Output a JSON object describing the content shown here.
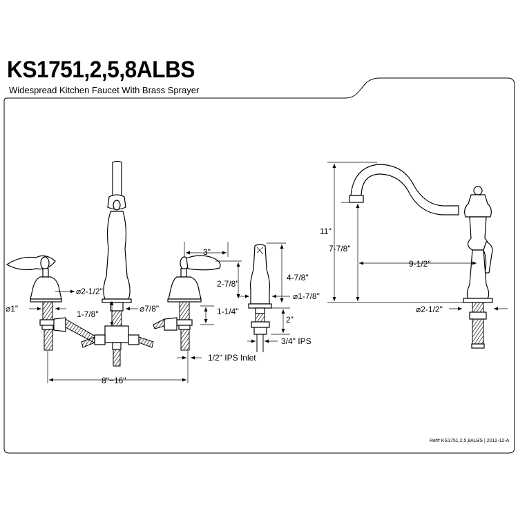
{
  "header": {
    "model": "KS1751,2,5,8ALBS",
    "description": "Widespread Kitchen Faucet With Brass Sprayer"
  },
  "dimensions": {
    "handle_base": "⌀2-1/2\"",
    "handle_stem": "⌀1\"",
    "riser_height": "1-7/8\"",
    "spout_base": "⌀7/8\"",
    "handle_width": "3\"",
    "handle_height": "2-7/8\"",
    "shank_right": "1-1/4\"",
    "spread": "8\"~16\"",
    "inlet": "1/2\" IPS Inlet",
    "sprayer_height": "4-7/8\"",
    "sprayer_dia": "⌀1-7/8\"",
    "sprayer_shank": "2\"",
    "sprayer_ips": "3/4\" IPS",
    "spout_total_height": "11\"",
    "spout_outlet_height": "7-7/8\"",
    "spout_reach": "9-1/2\"",
    "spout_base_dia": "⌀2-1/2\""
  },
  "footer": {
    "reference": "Ref# KS1751,2,5,8ALBS | 2012-12-A"
  }
}
